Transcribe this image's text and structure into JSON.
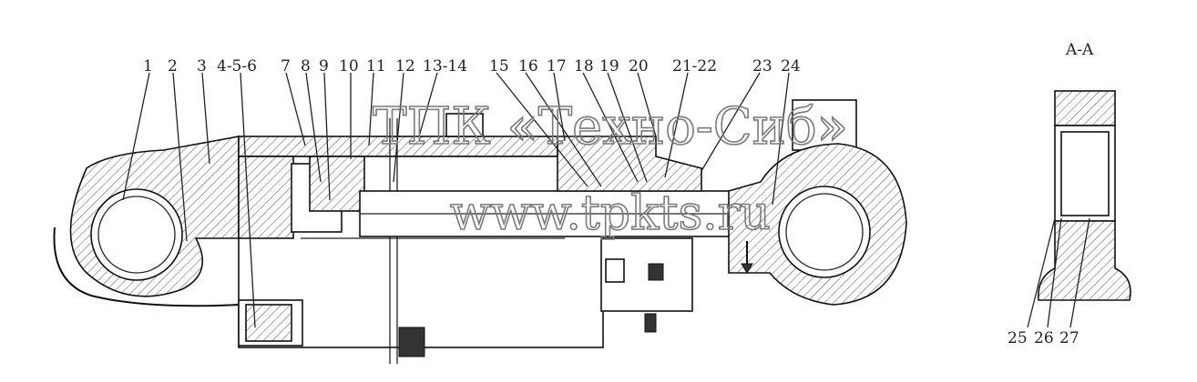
{
  "callouts": [
    "1",
    "2",
    "3",
    "4-5-6",
    "7",
    "8",
    "9",
    "10",
    "11",
    "12",
    "13-14",
    "15",
    "16",
    "17",
    "18",
    "19",
    "20",
    "21-22",
    "23",
    "24"
  ],
  "section_title": "A-A",
  "section_callouts": [
    "25",
    "26",
    "27"
  ],
  "watermark": {
    "line1": "ТПК «Техно-Сиб»",
    "line2": "www.tpkts.ru"
  }
}
